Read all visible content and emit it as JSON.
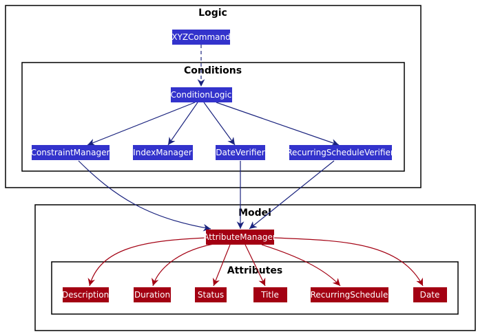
{
  "packages": {
    "logic": "Logic",
    "conditions": "Conditions",
    "model": "Model",
    "attributes": "Attributes"
  },
  "nodes": {
    "xyz_command": "XYZCommand",
    "condition_logic": "ConditionLogic",
    "constraint_manager": "ConstraintManager",
    "index_manager": "IndexManager",
    "date_verifier": "DateVerifier",
    "recurring_schedule_verifier": "RecurringScheduleVerifier",
    "attribute_manager": "AttributeManager",
    "description": "Description",
    "duration": "Duration",
    "status": "Status",
    "title": "Title",
    "recurring_schedule": "RecurringSchedule",
    "date": "Date"
  },
  "colors": {
    "logic_fill": "#3333cc",
    "logic_arrow": "#1a237e",
    "model_fill": "#a30012",
    "model_arrow": "#a30012",
    "border": "#000000"
  }
}
